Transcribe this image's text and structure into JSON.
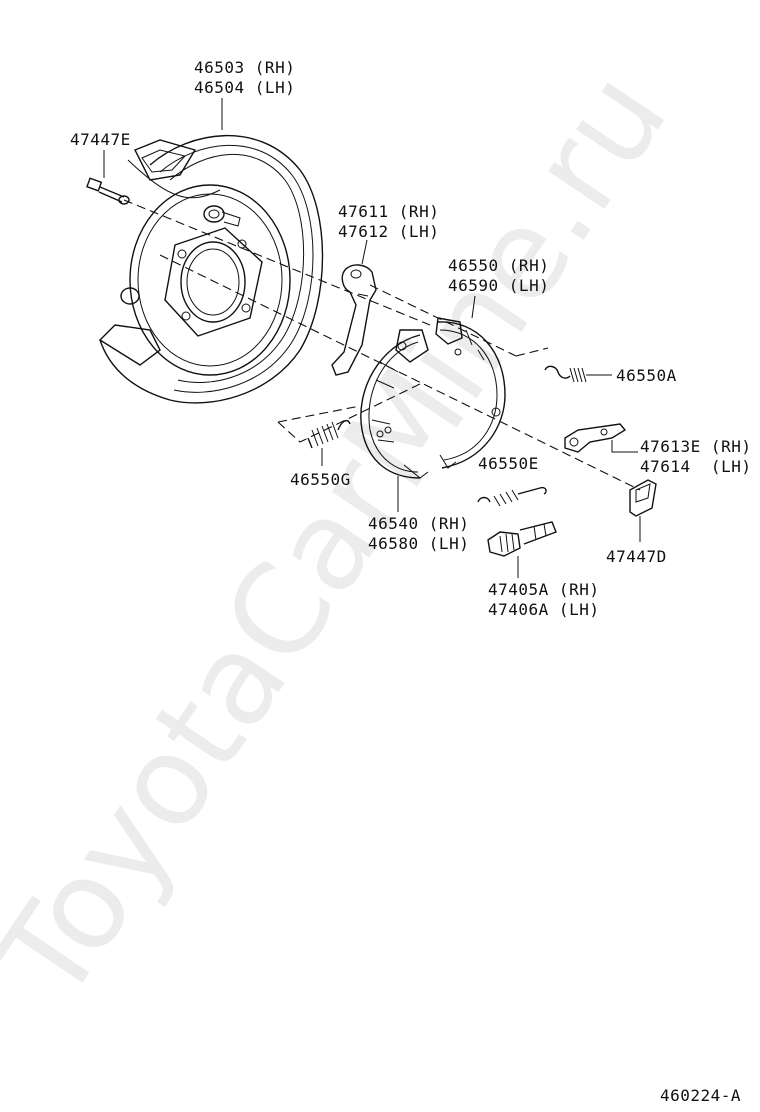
{
  "watermark": "ToyotaCarMine.ru",
  "labels": {
    "backing_plate": [
      "46503 (RH)",
      "46504 (LH)"
    ],
    "bolt": "47447E",
    "lever": [
      "47611 (RH)",
      "47612 (LH)"
    ],
    "front_shoe": [
      "46550 (RH)",
      "46590 (LH)"
    ],
    "spring_a": "46550A",
    "strut": [
      "47613E (RH)",
      "47614  (LH)"
    ],
    "spring_g": "46550G",
    "spring_e": "46550E",
    "rear_shoe": [
      "46540 (RH)",
      "46580 (LH)"
    ],
    "clip": "47447D",
    "adjuster": [
      "47405A (RH)",
      "47406A (LH)"
    ],
    "figure_code": "460224-A"
  }
}
